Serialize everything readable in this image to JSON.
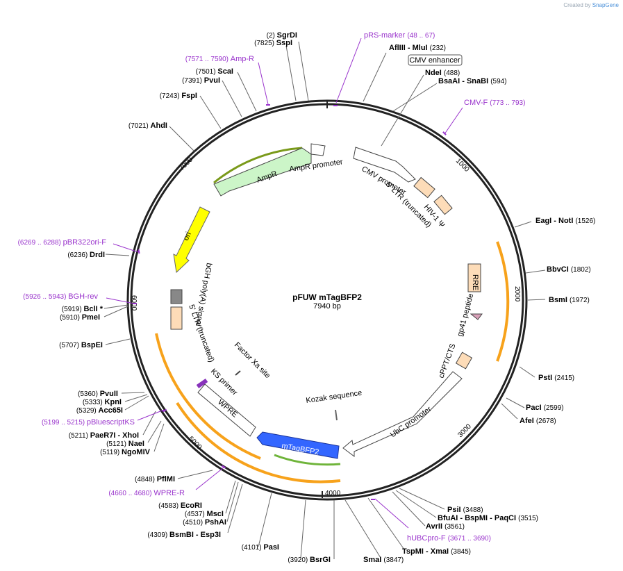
{
  "credit": {
    "prefix": "Created by",
    "brand": "SnapGene"
  },
  "plasmid": {
    "name": "pFUW mTagBFP2",
    "length_label": "7940 bp",
    "length": 7940
  },
  "colors": {
    "enzyme": "#000000",
    "primer": "#9933cc",
    "feature_orange": "#f7a21b",
    "feature_green": "#9ef08a"
  },
  "ticks": [
    "1000",
    "2000",
    "3000",
    "4000",
    "5000",
    "6000",
    "7000"
  ],
  "sites": [
    {
      "pos": "(2)",
      "name": "SgrDI"
    },
    {
      "pos": "(7825)",
      "name": "SspI"
    },
    {
      "pos": "(232)",
      "name": "AflIII - MluI"
    },
    {
      "pos": "(488)",
      "name": "NdeI"
    },
    {
      "pos": "(594)",
      "name": "BsaAI - SnaBI"
    },
    {
      "pos": "(1526)",
      "name": "EagI - NotI"
    },
    {
      "pos": "(1802)",
      "name": "BbvCI"
    },
    {
      "pos": "(1972)",
      "name": "BsmI"
    },
    {
      "pos": "(2415)",
      "name": "PstI"
    },
    {
      "pos": "(2599)",
      "name": "PacI"
    },
    {
      "pos": "(2678)",
      "name": "AfeI"
    },
    {
      "pos": "(3488)",
      "name": "PsiI"
    },
    {
      "pos": "(3515)",
      "name": "BfuAI - BspMI - PaqCI"
    },
    {
      "pos": "(3561)",
      "name": "AvrII"
    },
    {
      "pos": "(3845)",
      "name": "TspMI - XmaI"
    },
    {
      "pos": "(3847)",
      "name": "SmaI"
    },
    {
      "pos": "(3920)",
      "name": "BsrGI"
    },
    {
      "pos": "(4101)",
      "name": "PasI"
    },
    {
      "pos": "(4309)",
      "name": "BsmBI - Esp3I"
    },
    {
      "pos": "(4510)",
      "name": "PshAI"
    },
    {
      "pos": "(4537)",
      "name": "MscI"
    },
    {
      "pos": "(4583)",
      "name": "EcoRI"
    },
    {
      "pos": "(4848)",
      "name": "PflMI"
    },
    {
      "pos": "(5119)",
      "name": "NgoMIV"
    },
    {
      "pos": "(5121)",
      "name": "NaeI"
    },
    {
      "pos": "(5211)",
      "name": "PaeR7I - XhoI"
    },
    {
      "pos": "(5329)",
      "name": "Acc65I"
    },
    {
      "pos": "(5333)",
      "name": "KpnI"
    },
    {
      "pos": "(5360)",
      "name": "PvuII"
    },
    {
      "pos": "(5707)",
      "name": "BspEI"
    },
    {
      "pos": "(5910)",
      "name": "PmeI"
    },
    {
      "pos": "(5919)",
      "name": "BclI *"
    },
    {
      "pos": "(6236)",
      "name": "DrdI"
    },
    {
      "pos": "(7021)",
      "name": "AhdI"
    },
    {
      "pos": "(7243)",
      "name": "FspI"
    },
    {
      "pos": "(7391)",
      "name": "PvuI"
    },
    {
      "pos": "(7501)",
      "name": "ScaI"
    }
  ],
  "primers": [
    {
      "name": "pRS-marker",
      "range": "(48 .. 67)"
    },
    {
      "name": "CMV-F",
      "range": "(773 .. 793)"
    },
    {
      "name": "hUBCpro-F",
      "range": "(3671 .. 3690)"
    },
    {
      "name": "WPRE-R",
      "range": "(4660 .. 4680)"
    },
    {
      "name": "pBluescriptKS",
      "range": "(5199 .. 5215)"
    },
    {
      "name": "BGH-rev",
      "range": "(5926 .. 5943)"
    },
    {
      "name": "pBR322ori-F",
      "range": "(6269 .. 6288)"
    },
    {
      "name": "Amp-R",
      "range": "(7571 .. 7590)"
    }
  ],
  "features": {
    "cmv_enhancer": "CMV enhancer",
    "cmv_promoter": "CMV promoter",
    "ltr5_top": "5' LTR (truncated)",
    "hiv_psi": "HIV-1 Ψ",
    "rre": "RRE",
    "gp41": "gp41 peptide",
    "cppt": "cPPT/CTS",
    "ubc": "UbC promoter",
    "kozak": "Kozak sequence",
    "mtagbfp2": "mTagBFP2",
    "wpre": "WPRE",
    "ks_primer": "KS primer",
    "factor_xa": "Factor Xa site",
    "ltr5_left": "5' LTR (truncated)",
    "bgh_polya": "bGH poly(A) signal",
    "ori": "ori",
    "ampr": "AmpR",
    "ampr_promoter": "AmpR promoter"
  }
}
